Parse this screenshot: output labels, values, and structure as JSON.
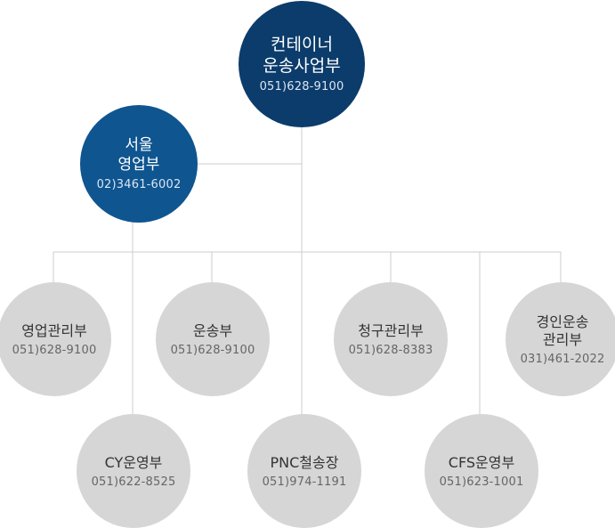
{
  "top": {
    "name_lines": [
      "컨테이너",
      "운송사업부"
    ],
    "phone": "051)628-9100"
  },
  "seoul": {
    "name_lines": [
      "서울",
      "영업부"
    ],
    "phone": "02)3461-6002"
  },
  "departments": {
    "sales": {
      "name_lines": [
        "영업관리부"
      ],
      "phone": "051)628-9100"
    },
    "trans": {
      "name_lines": [
        "운송부"
      ],
      "phone": "051)628-9100"
    },
    "billing": {
      "name_lines": [
        "청구관리부"
      ],
      "phone": "051)628-8383"
    },
    "gyeong": {
      "name_lines": [
        "경인운송",
        "관리부"
      ],
      "phone": "031)461-2022"
    },
    "cy": {
      "name_lines": [
        "CY운영부"
      ],
      "phone": "051)622-8525"
    },
    "pnc": {
      "name_lines": [
        "PNC철송장"
      ],
      "phone": "051)974-1191"
    },
    "cfs": {
      "name_lines": [
        "CFS운영부"
      ],
      "phone": "051)623-1001"
    }
  },
  "colors": {
    "top_fill": "#0b3c6b",
    "seoul_fill": "#0f5590",
    "dept_fill": "#d6d6d6",
    "connector": "#cccccc"
  }
}
